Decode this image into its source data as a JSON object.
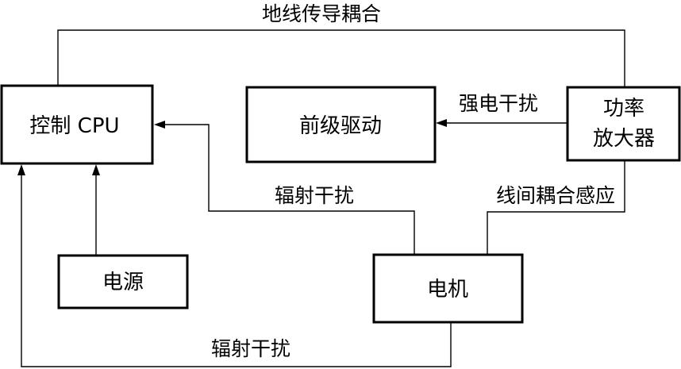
{
  "blocks": {
    "cpu": "控制 CPU",
    "predriver": "前级驱动",
    "amplifier_line1": "功率",
    "amplifier_line2": "放大器",
    "power": "电源",
    "motor": "电机"
  },
  "labels": {
    "ground": "地线传导耦合",
    "strong": "强电干扰",
    "radiation_upper": "辐射干扰",
    "coupling": "线间耦合感应",
    "radiation_lower": "辐射干扰"
  }
}
